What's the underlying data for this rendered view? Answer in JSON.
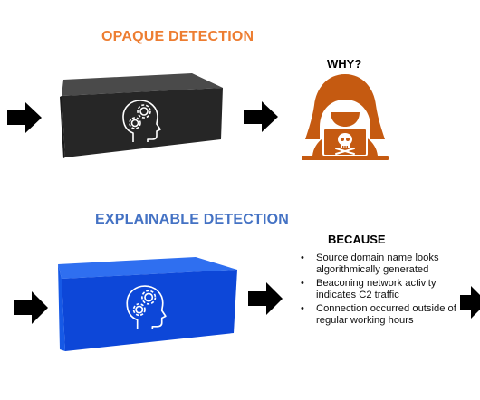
{
  "opaque": {
    "title": "OPAQUE DETECTION",
    "title_color": "#ed7d31",
    "box_color": "#262626",
    "icon": "brain-gear-icon",
    "question": "WHY?",
    "hacker_icon": "hacker-laptop-skull-icon",
    "hacker_color": "#c55a11"
  },
  "explainable": {
    "title": "EXPLAINABLE DETECTION",
    "title_color": "#4472c4",
    "box_color": "#0d47d8",
    "icon": "brain-gear-icon",
    "answer_heading": "BECAUSE",
    "reasons": [
      "Source domain name looks algorithmically generated",
      "Beaconing network activity indicates C2 traffic",
      "Connection occurred outside of regular working hours"
    ]
  },
  "arrow_icon": "right-arrow-icon"
}
